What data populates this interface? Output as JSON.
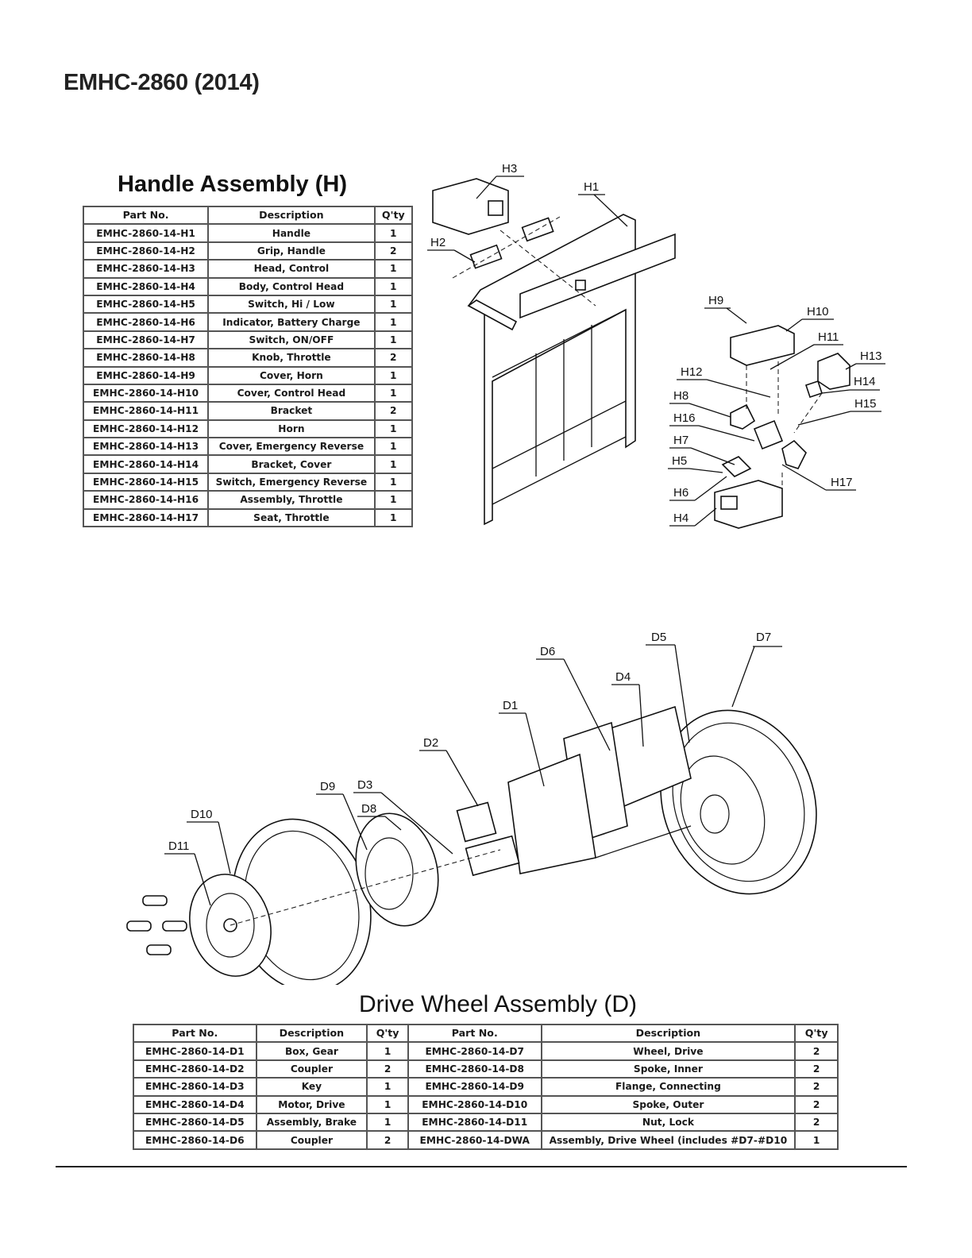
{
  "document": {
    "title": "EMHC-2860 (2014)"
  },
  "handle_assembly": {
    "title": "Handle Assembly (H)",
    "columns": [
      "Part No.",
      "Description",
      "Q'ty"
    ],
    "rows": [
      {
        "part_no": "EMHC-2860-14-H1",
        "description": "Handle",
        "qty": "1"
      },
      {
        "part_no": "EMHC-2860-14-H2",
        "description": "Grip, Handle",
        "qty": "2"
      },
      {
        "part_no": "EMHC-2860-14-H3",
        "description": "Head, Control",
        "qty": "1"
      },
      {
        "part_no": "EMHC-2860-14-H4",
        "description": "Body, Control Head",
        "qty": "1"
      },
      {
        "part_no": "EMHC-2860-14-H5",
        "description": "Switch,  Hi / Low",
        "qty": "1"
      },
      {
        "part_no": "EMHC-2860-14-H6",
        "description": "Indicator, Battery Charge",
        "qty": "1"
      },
      {
        "part_no": "EMHC-2860-14-H7",
        "description": "Switch, ON/OFF",
        "qty": "1"
      },
      {
        "part_no": "EMHC-2860-14-H8",
        "description": "Knob, Throttle",
        "qty": "2"
      },
      {
        "part_no": "EMHC-2860-14-H9",
        "description": "Cover, Horn",
        "qty": "1"
      },
      {
        "part_no": "EMHC-2860-14-H10",
        "description": "Cover, Control Head",
        "qty": "1"
      },
      {
        "part_no": "EMHC-2860-14-H11",
        "description": "Bracket",
        "qty": "2"
      },
      {
        "part_no": "EMHC-2860-14-H12",
        "description": "Horn",
        "qty": "1"
      },
      {
        "part_no": "EMHC-2860-14-H13",
        "description": "Cover, Emergency Reverse",
        "qty": "1"
      },
      {
        "part_no": "EMHC-2860-14-H14",
        "description": "Bracket, Cover",
        "qty": "1"
      },
      {
        "part_no": "EMHC-2860-14-H15",
        "description": "Switch, Emergency Reverse",
        "qty": "1"
      },
      {
        "part_no": "EMHC-2860-14-H16",
        "description": "Assembly, Throttle",
        "qty": "1"
      },
      {
        "part_no": "EMHC-2860-14-H17",
        "description": "Seat, Throttle",
        "qty": "1"
      }
    ],
    "diagram_callouts": [
      "H1",
      "H2",
      "H3",
      "H4",
      "H5",
      "H6",
      "H7",
      "H8",
      "H9",
      "H10",
      "H11",
      "H12",
      "H13",
      "H14",
      "H15",
      "H16",
      "H17"
    ]
  },
  "drive_wheel_assembly": {
    "title": "Drive Wheel Assembly (D)",
    "columns": [
      "Part No.",
      "Description",
      "Q'ty",
      "Part No.",
      "Description",
      "Q'ty"
    ],
    "rows": [
      {
        "left": {
          "part_no": "EMHC-2860-14-D1",
          "description": "Box, Gear",
          "qty": "1"
        },
        "right": {
          "part_no": "EMHC-2860-14-D7",
          "description": "Wheel, Drive",
          "qty": "2"
        }
      },
      {
        "left": {
          "part_no": "EMHC-2860-14-D2",
          "description": "Coupler",
          "qty": "2"
        },
        "right": {
          "part_no": "EMHC-2860-14-D8",
          "description": "Spoke, Inner",
          "qty": "2"
        }
      },
      {
        "left": {
          "part_no": "EMHC-2860-14-D3",
          "description": "Key",
          "qty": "1"
        },
        "right": {
          "part_no": "EMHC-2860-14-D9",
          "description": "Flange, Connecting",
          "qty": "2"
        }
      },
      {
        "left": {
          "part_no": "EMHC-2860-14-D4",
          "description": "Motor, Drive",
          "qty": "1"
        },
        "right": {
          "part_no": "EMHC-2860-14-D10",
          "description": "Spoke, Outer",
          "qty": "2"
        }
      },
      {
        "left": {
          "part_no": "EMHC-2860-14-D5",
          "description": "Assembly, Brake",
          "qty": "1"
        },
        "right": {
          "part_no": "EMHC-2860-14-D11",
          "description": "Nut, Lock",
          "qty": "2"
        }
      },
      {
        "left": {
          "part_no": "EMHC-2860-14-D6",
          "description": "Coupler",
          "qty": "2"
        },
        "right": {
          "part_no": "EMHC-2860-14-DWA",
          "description": "Assembly, Drive Wheel (includes #D7-#D10",
          "qty": "1"
        }
      }
    ],
    "diagram_callouts": [
      "D1",
      "D2",
      "D3",
      "D4",
      "D5",
      "D6",
      "D7",
      "D8",
      "D9",
      "D10",
      "D11"
    ]
  }
}
